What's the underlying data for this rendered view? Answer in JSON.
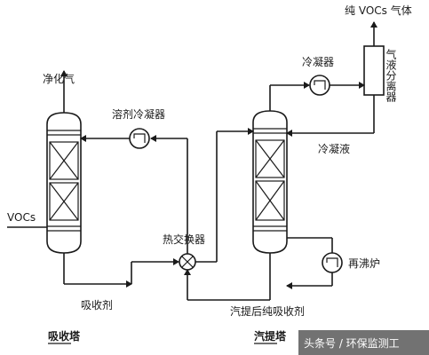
{
  "labels": {
    "pure_voc_gas": "纯 VOCs 气体",
    "gas_liquid_separator": "气液分离器",
    "condenser": "冷凝器",
    "clean_gas": "净化气",
    "solvent_condenser": "溶剂冷凝器",
    "condensate": "冷凝液",
    "vocs": "VOCs",
    "heat_exchanger": "热交换器",
    "reboiler": "再沸炉",
    "absorbent": "吸收剂",
    "stripped_absorbent": "汽提后纯吸收剂",
    "absorption_tower": "吸收塔",
    "stripping_tower": "汽提塔",
    "watermark": "头条号 / 环保监测工"
  }
}
